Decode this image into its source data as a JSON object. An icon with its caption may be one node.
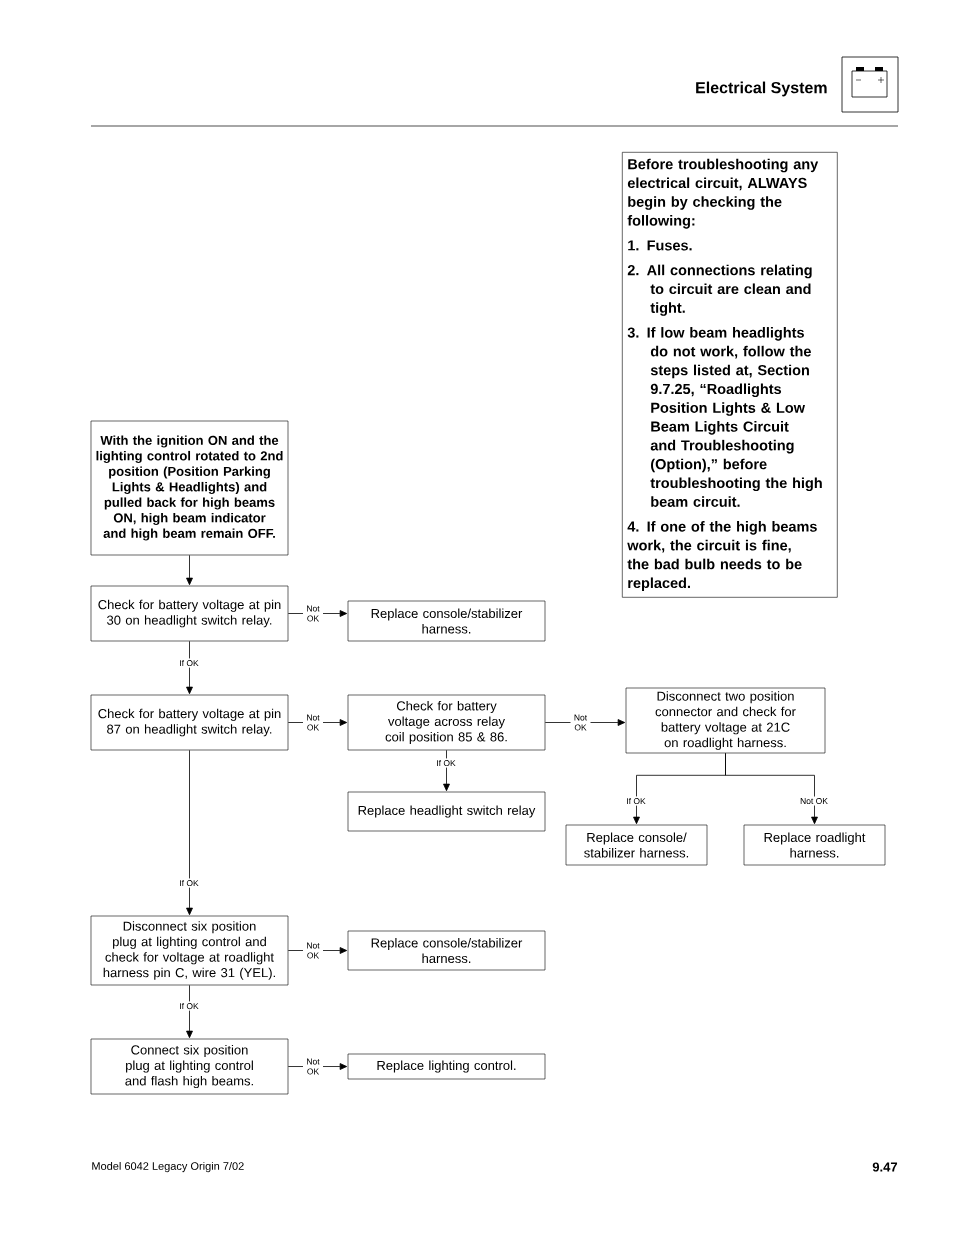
{
  "diagram": {
    "nodes": [
      {
        "text": [
          "Before troubleshooting any electrical circuit, ALWAYS begin by checking the following:",
          "1. Fuses.",
          "2. All connections relating to circuit are clean and tight.",
          "3. If low beam headlights do not work, follow the steps listed at, Section 9.7.25, “Roadlights Position Lights & Low Beam Lights Circuit and Troubleshooting (Option),” before troubleshooting the high beam circuit.",
          "4. If one of the high beams work, the circuit is fine, the bad bulb needs to be replaced."
        ]
      },
      {
        "text": [
          "With the ignition ON and the lighting control rotated to 2nd position (Position Parking Lights & Headlights) and pulled back for high beams ON, high beam indicator and high beam remain OFF."
        ]
      },
      {
        "text": [
          "Check for battery voltage at pin 30 on headlight switch relay."
        ]
      },
      {
        "text": [
          "Replace console/stabilizer harness."
        ]
      },
      {
        "text": [
          "Check for battery voltage at pin 87 on headlight switch relay."
        ]
      },
      {
        "text": [
          "Check for battery voltage across relay coil position 85 & 86."
        ]
      },
      {
        "text": [
          "Disconnect two position connector and check for battery voltage at 21C on roadlight harness."
        ]
      },
      {
        "text": [
          "Replace headlight switch relay"
        ]
      },
      {
        "text": [
          "Replace console/ stabilizer harness."
        ]
      },
      {
        "text": [
          "Replace roadlight harness."
        ]
      },
      {
        "text": [
          "Disconnect six position plug at lighting control and check for voltage at roadlight harness pin C, wire 31 (YEL)."
        ]
      },
      {
        "text": [
          "Replace console/stabilizer harness."
        ]
      },
      {
        "text": [
          "Connect six position plug at lighting control and flash high beams."
        ]
      },
      {
        "text": [
          "Replace lighting control."
        ]
      }
    ],
    "edges": [
      {
        "from": 1,
        "to": 2,
        "arrow": "to"
      },
      {
        "from": 2,
        "to": 3,
        "arrow": "to",
        "label": "Not OK"
      },
      {
        "from": 2,
        "to": 4,
        "arrow": "to",
        "label": "If OK"
      },
      {
        "from": 4,
        "to": 5,
        "arrow": "to",
        "label": "Not OK"
      },
      {
        "from": 5,
        "to": 6,
        "arrow": "to",
        "label": "Not OK"
      },
      {
        "from": 5,
        "to": 7,
        "arrow": "to",
        "label": "If OK"
      },
      {
        "from": 6,
        "to": 8,
        "arrow": "to",
        "label": "If OK"
      },
      {
        "from": 6,
        "to": 9,
        "arrow": "to",
        "label": "Not OK"
      },
      {
        "from": 4,
        "to": 10,
        "arrow": "to",
        "label": "If OK"
      },
      {
        "from": 10,
        "to": 11,
        "arrow": "to",
        "label": "Not OK"
      },
      {
        "from": 10,
        "to": 12,
        "arrow": "to",
        "label": "If OK"
      },
      {
        "from": 12,
        "to": 13,
        "arrow": "to",
        "label": "Not OK"
      }
    ],
    "labels": [
      "Electrical System",
      "Model 6042  Legacy  Origin 7/02",
      "9.47"
    ]
  }
}
